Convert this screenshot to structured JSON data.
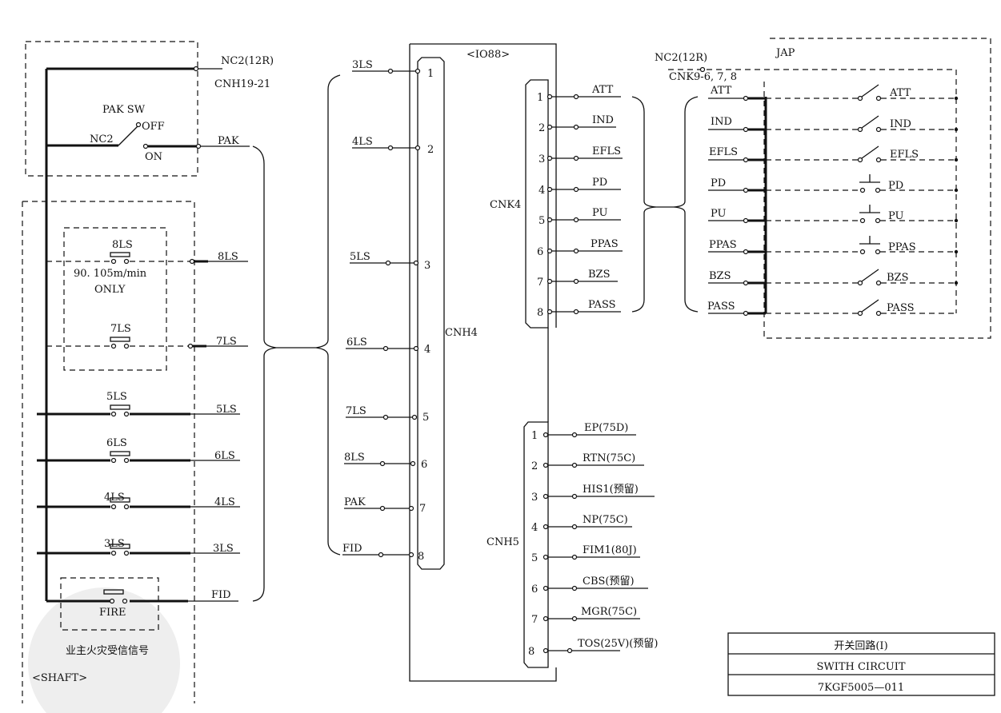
{
  "left": {
    "nc2_12r": "NC2(12R)",
    "cnh19_21": "CNH19-21",
    "pak_sw": "PAK SW",
    "nc2": "NC2",
    "off": "OFF",
    "on": "ON",
    "pak": "PAK",
    "note_line1": "90. 105m/min",
    "note_line2": "ONLY",
    "fire": "FIRE",
    "owner_fire_signal": "业主火灾受信信号",
    "shaft": "<SHAFT>",
    "switches": [
      {
        "name": "8LS",
        "out": "8LS"
      },
      {
        "name": "7LS",
        "out": "7LS"
      },
      {
        "name": "5LS",
        "out": "5LS"
      },
      {
        "name": "6LS",
        "out": "6LS"
      },
      {
        "name": "4LS",
        "out": "4LS"
      },
      {
        "name": "3LS",
        "out": "3LS"
      },
      {
        "name": "",
        "out": "FID"
      }
    ]
  },
  "io88": {
    "title": "<IO88>",
    "cnh4": "CNH4",
    "cnk4": "CNK4",
    "cnh5": "CNH5",
    "cnh4_pins": [
      {
        "label": "3LS",
        "num": "1"
      },
      {
        "label": "4LS",
        "num": "2"
      },
      {
        "label": "5LS",
        "num": "3"
      },
      {
        "label": "6LS",
        "num": "4"
      },
      {
        "label": "7LS",
        "num": "5"
      },
      {
        "label": "8LS",
        "num": "6"
      },
      {
        "label": "PAK",
        "num": "7"
      },
      {
        "label": "FID",
        "num": "8"
      }
    ],
    "cnk4_pins": [
      {
        "num": "1",
        "label": "ATT"
      },
      {
        "num": "2",
        "label": "IND"
      },
      {
        "num": "3",
        "label": "EFLS"
      },
      {
        "num": "4",
        "label": "PD"
      },
      {
        "num": "5",
        "label": "PU"
      },
      {
        "num": "6",
        "label": "PPAS"
      },
      {
        "num": "7",
        "label": "BZS"
      },
      {
        "num": "8",
        "label": "PASS"
      }
    ],
    "cnh5_pins": [
      {
        "num": "1",
        "label": "EP(75D)"
      },
      {
        "num": "2",
        "label": "RTN(75C)"
      },
      {
        "num": "3",
        "label": "HIS1(预留)"
      },
      {
        "num": "4",
        "label": "NP(75C)"
      },
      {
        "num": "5",
        "label": "FIM1(80J)"
      },
      {
        "num": "6",
        "label": "CBS(预留)"
      },
      {
        "num": "7",
        "label": "MGR(75C)"
      },
      {
        "num": "8",
        "label": "TOS(25V)(预留)"
      }
    ]
  },
  "jap": {
    "title": "JAP",
    "nc2_12r": "NC2(12R)",
    "cnk9": "CNK9-6, 7, 8",
    "rows": [
      {
        "in": "ATT",
        "out": "ATT"
      },
      {
        "in": "IND",
        "out": "IND"
      },
      {
        "in": "EFLS",
        "out": "EFLS"
      },
      {
        "in": "PD",
        "out": "PD"
      },
      {
        "in": "PU",
        "out": "PU"
      },
      {
        "in": "PPAS",
        "out": "PPAS"
      },
      {
        "in": "BZS",
        "out": "BZS"
      },
      {
        "in": "PASS",
        "out": "PASS"
      }
    ]
  },
  "title_block": {
    "cn": "开关回路(Ⅰ)",
    "en": "SWITH CIRCUIT",
    "code": "7KGF5005—011"
  }
}
